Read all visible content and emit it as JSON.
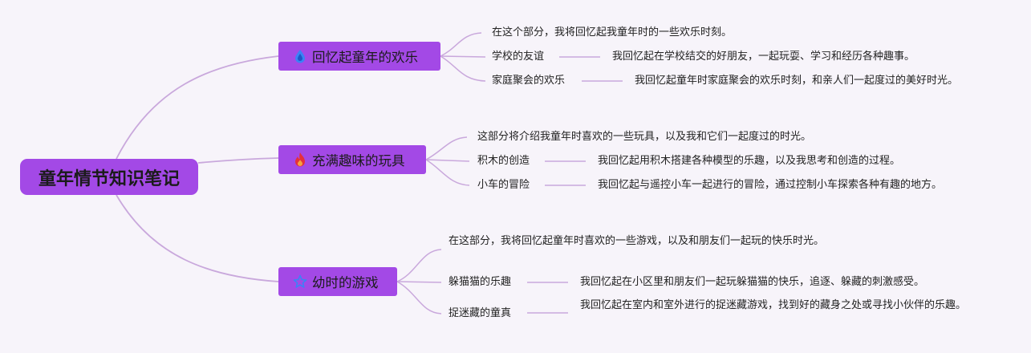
{
  "root": {
    "label": "童年情节知识笔记"
  },
  "branches": [
    {
      "label": "回忆起童年的欢乐",
      "icon": "water-drop-icon",
      "color": "#3b82f6",
      "intro": "在这个部分，我将回忆起我童年时的一些欢乐时刻。",
      "items": [
        {
          "title": "学校的友谊",
          "detail": "我回忆起在学校结交的好朋友，一起玩耍、学习和经历各种趣事。"
        },
        {
          "title": "家庭聚会的欢乐",
          "detail": "我回忆起童年时家庭聚会的欢乐时刻，和亲人们一起度过的美好时光。"
        }
      ]
    },
    {
      "label": "充满趣味的玩具",
      "icon": "fire-icon",
      "color": "#e5303b",
      "intro": "这部分将介绍我童年时喜欢的一些玩具，以及我和它们一起度过的时光。",
      "items": [
        {
          "title": "积木的创造",
          "detail": "我回忆起用积木搭建各种模型的乐趣，以及我思考和创造的过程。"
        },
        {
          "title": "小车的冒险",
          "detail": "我回忆起与遥控小车一起进行的冒险，通过控制小车探索各种有趣的地方。"
        }
      ]
    },
    {
      "label": "幼时的游戏",
      "icon": "star-icon",
      "color": "#3b82f6",
      "intro": "在这部分，我将回忆起童年时喜欢的一些游戏，以及和朋友们一起玩的快乐时光。",
      "items": [
        {
          "title": "躲猫猫的乐趣",
          "detail": "我回忆起在小区里和朋友们一起玩躲猫猫的快乐，追逐、躲藏的刺激感受。"
        },
        {
          "title": "捉迷藏的童真",
          "detail": "我回忆起在室内和室外进行的捉迷藏游戏，找到好的藏身之处或寻找小伙伴的乐趣。"
        }
      ]
    }
  ],
  "colors": {
    "root_fill": "#a349e6",
    "branch_fill": "#a349e6",
    "connector": "#c9a8dc",
    "background": "#f7f4fa"
  }
}
